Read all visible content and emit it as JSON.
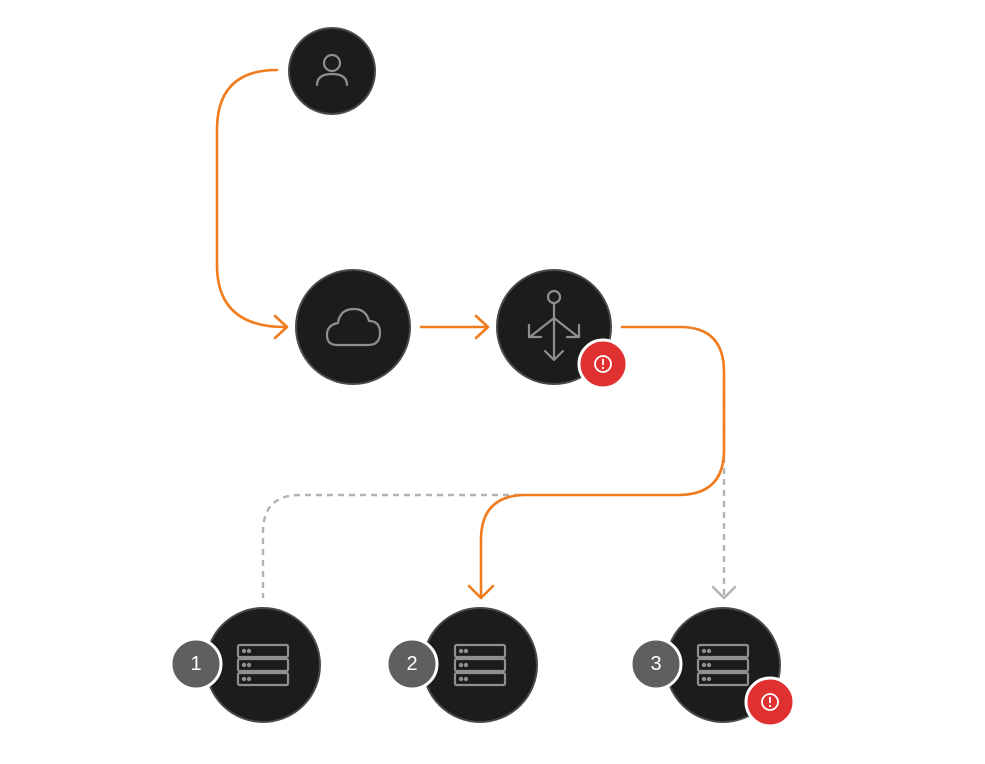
{
  "colors": {
    "node_fill": "#1c1c1c",
    "node_stroke": "#4a4a4a",
    "icon_stroke": "#8f8f8f",
    "active_edge": "#f07c1e",
    "inactive_edge": "#b3b3b3",
    "error_badge": "#e03131",
    "number_badge": "#5f5f5f"
  },
  "nodes": {
    "user": {
      "icon": "user-icon",
      "error": false
    },
    "cloud": {
      "icon": "cloud-icon",
      "error": false
    },
    "load_balancer": {
      "icon": "load-balancer-icon",
      "error": true
    },
    "servers": [
      {
        "badge": "1",
        "icon": "server-icon",
        "error": false
      },
      {
        "badge": "2",
        "icon": "server-icon",
        "error": false
      },
      {
        "badge": "3",
        "icon": "server-icon",
        "error": true
      }
    ]
  },
  "edges": [
    {
      "from": "user",
      "to": "cloud",
      "style": "active"
    },
    {
      "from": "cloud",
      "to": "load_balancer",
      "style": "active"
    },
    {
      "from": "load_balancer",
      "to": "server-2",
      "style": "active"
    },
    {
      "from": "load_balancer",
      "to": "server-1",
      "style": "inactive"
    },
    {
      "from": "load_balancer",
      "to": "server-3",
      "style": "inactive"
    }
  ]
}
